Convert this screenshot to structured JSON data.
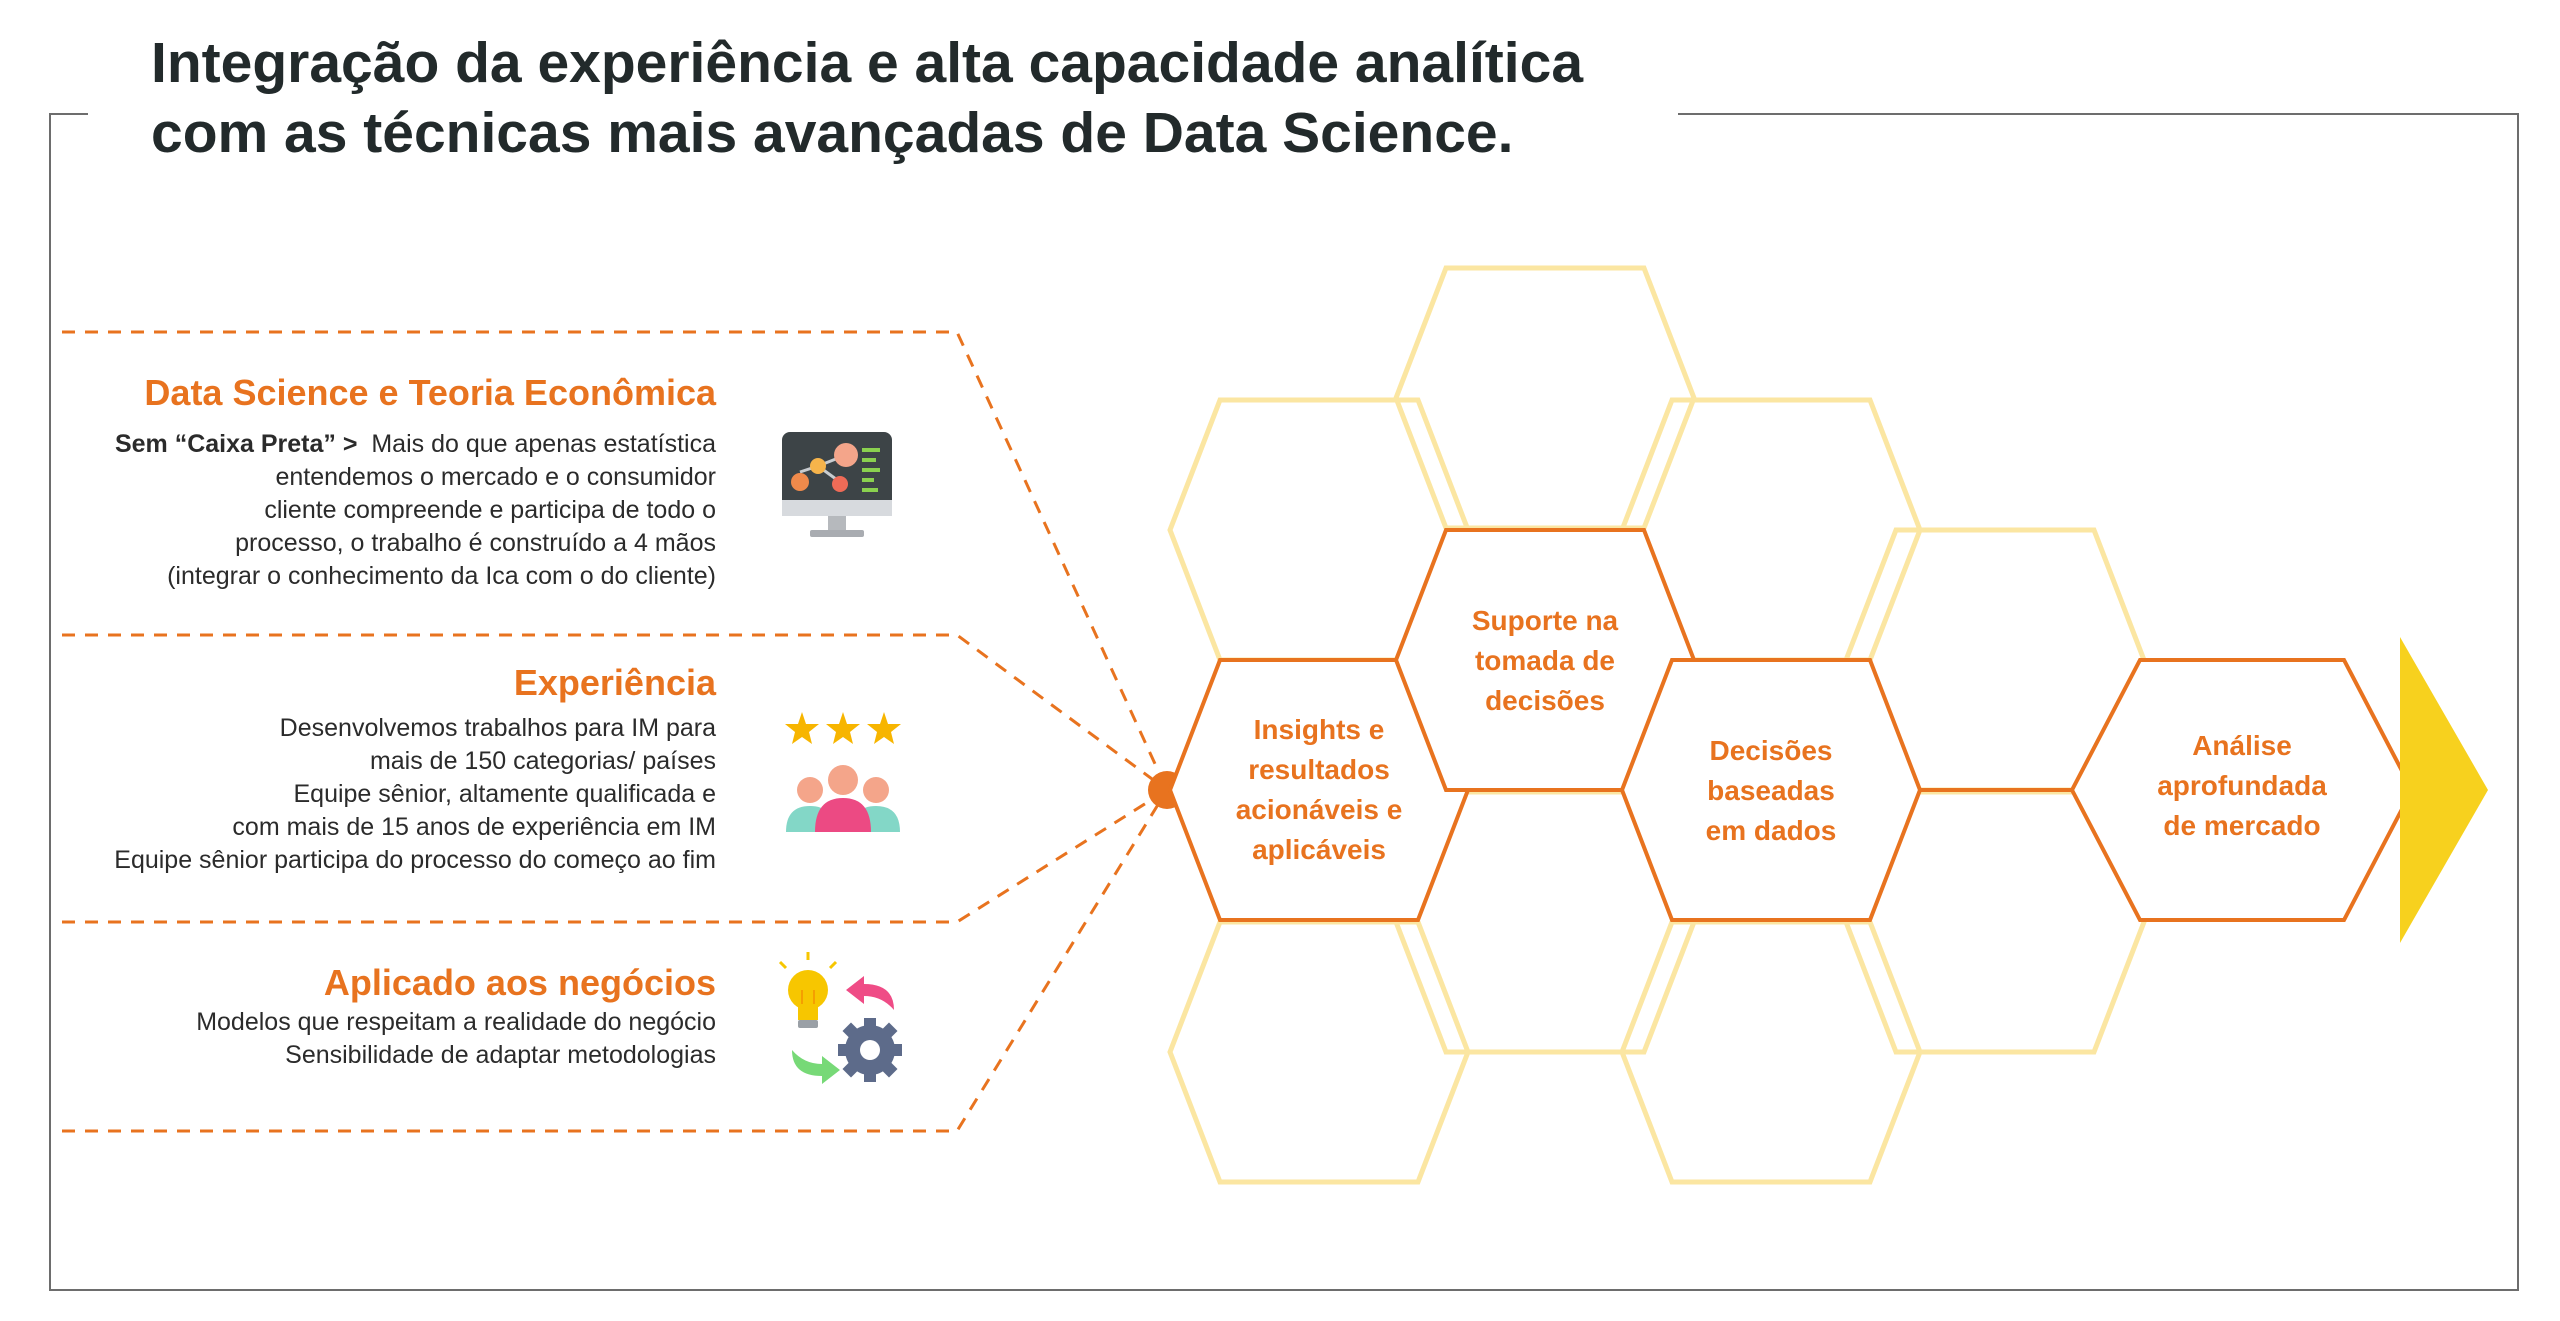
{
  "title": {
    "line1": "Integração da experiência e alta capacidade analítica",
    "line2": "com as técnicas mais avançadas de Data Science."
  },
  "sections": [
    {
      "title": "Data Science e Teoria Econômica",
      "lead": "Sem “Caixa Preta” >",
      "lines": [
        "Mais do que apenas estatística",
        "entendemos o mercado e o consumidor",
        "cliente compreende e participa de todo o",
        "processo, o trabalho é construído a 4 mãos",
        "(integrar o conhecimento da Ica com o do cliente)"
      ],
      "icon": "monitor-network-icon"
    },
    {
      "title": "Experiência",
      "lines": [
        "Desenvolvemos trabalhos para IM para",
        "mais de 150 categorias/ países",
        "Equipe sênior, altamente qualificada e",
        "com mais de 15 anos de experiência em IM",
        "Equipe sênior participa do processo do começo ao fim"
      ],
      "icon": "team-stars-icon"
    },
    {
      "title": "Aplicado aos negócios",
      "lines": [
        "Modelos que respeitam a realidade do negócio",
        "Sensibilidade de adaptar metodologias"
      ],
      "icon": "idea-gear-cycle-icon"
    }
  ],
  "hexagons": [
    {
      "lines": [
        "Insights e",
        "resultados",
        "acionáveis e",
        "aplicáveis"
      ]
    },
    {
      "lines": [
        "Suporte na",
        "tomada de",
        "decisões"
      ]
    },
    {
      "lines": [
        "Decisões",
        "baseadas",
        "em dados"
      ]
    },
    {
      "lines": [
        "Análise",
        "aprofundada",
        "de mercado"
      ]
    }
  ],
  "colors": {
    "accent_orange": "#e8731f",
    "hex_light": "#fbe6a2",
    "arrow_yellow": "#f7d11e",
    "title_dark": "#222a2b"
  }
}
